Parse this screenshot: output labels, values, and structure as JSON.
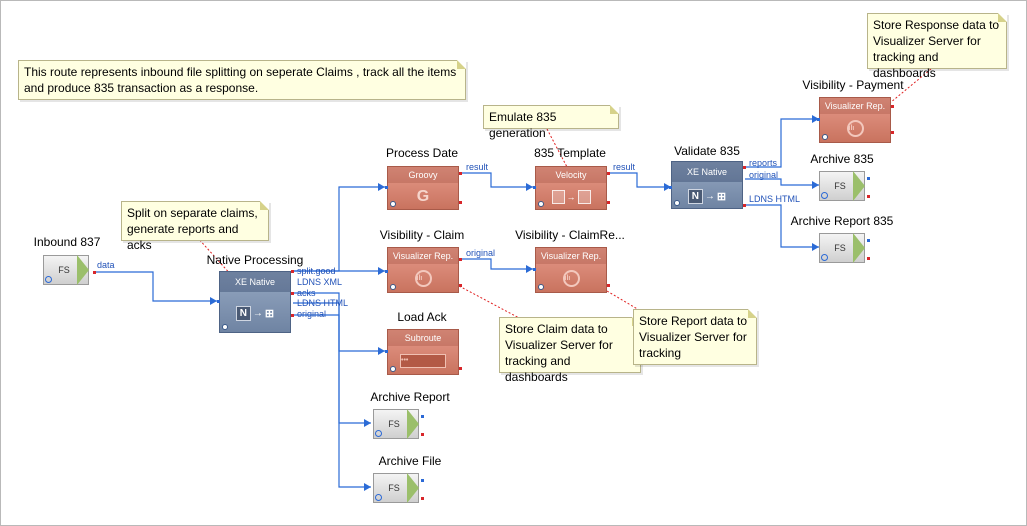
{
  "notes": {
    "route": "This route represents inbound file splitting on seperate Claims , track all the items and produce 835 transaction as a response.",
    "split": "Split on separate claims, generate reports and acks",
    "emulate": "Emulate 835 generation",
    "store_response": "Store Response data to Visualizer Server for tracking and dashboards",
    "store_claim": "Store Claim data to Visualizer Server for tracking and dashboards",
    "store_report": "Store Report data to Visualizer Server for tracking"
  },
  "nodes": {
    "inbound_837": {
      "title": "Inbound 837",
      "type": "FS"
    },
    "native_processing": {
      "title": "Native Processing",
      "type": "XE Native"
    },
    "process_date": {
      "title": "Process Date",
      "type": "Groovy",
      "glyph": "G"
    },
    "template_835": {
      "title": "835 Template",
      "type": "Velocity"
    },
    "validate_835": {
      "title": "Validate 835",
      "type": "XE Native"
    },
    "visibility_payment": {
      "title": "Visibility - Payment",
      "type": "Visualizer Rep."
    },
    "archive_835": {
      "title": "Archive 835",
      "type": "FS"
    },
    "archive_report_835": {
      "title": "Archive Report 835",
      "type": "FS"
    },
    "visibility_claim": {
      "title": "Visibility - Claim",
      "type": "Visualizer Rep."
    },
    "visibility_claimreport": {
      "title": "Visibility - ClaimRe...",
      "type": "Visualizer Rep."
    },
    "load_ack": {
      "title": "Load Ack",
      "type": "Subroute"
    },
    "archive_report": {
      "title": "Archive Report",
      "type": "FS"
    },
    "archive_file": {
      "title": "Archive File",
      "type": "FS"
    }
  },
  "port_labels": {
    "data": "data",
    "split_good": "split.good",
    "ldns_xml": "LDNS XML",
    "acks": "acks",
    "ldns_html": "LDNS HTML",
    "original": "original",
    "result_1": "result",
    "result_2": "result",
    "original_claim": "original",
    "reports": "reports",
    "original_validate": "original",
    "ldns_html_validate": "LDNS HTML"
  },
  "colors": {
    "connector": "#2b6bd6",
    "note_bg": "#ffffe1",
    "node_red": "#d07a66",
    "node_blue": "#7d90ad",
    "fs_arrow": "#9bbf6b",
    "dashed_link": "#e02020"
  }
}
